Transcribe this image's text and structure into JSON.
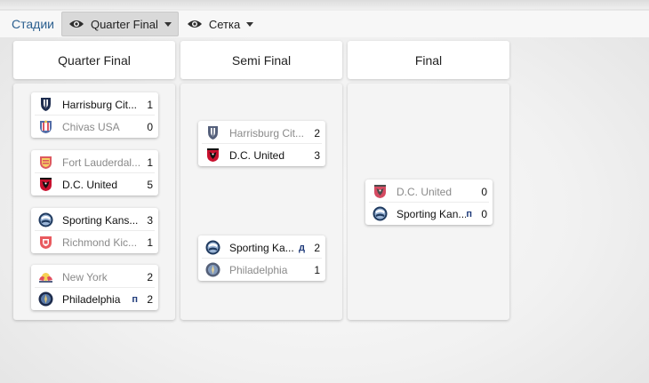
{
  "toolbar": {
    "stages_label": "Стадии",
    "stage_dropdown": "Quarter Final",
    "view_dropdown": "Сетка"
  },
  "columns": [
    {
      "title": "Quarter Final",
      "matches": [
        {
          "teams": [
            {
              "name": "Harrisburg Cit...",
              "score": "1",
              "flag": "",
              "winner": true,
              "logo": "shield-navy"
            },
            {
              "name": "Chivas USA",
              "score": "0",
              "flag": "",
              "winner": false,
              "logo": "badge-chivas"
            }
          ]
        },
        {
          "teams": [
            {
              "name": "Fort Lauderdal...",
              "score": "1",
              "flag": "",
              "winner": false,
              "logo": "shield-red-gold"
            },
            {
              "name": "D.C. United",
              "score": "5",
              "flag": "",
              "winner": true,
              "logo": "eagle-red"
            }
          ]
        },
        {
          "teams": [
            {
              "name": "Sporting Kans...",
              "score": "3",
              "flag": "",
              "winner": true,
              "logo": "circle-sporting"
            },
            {
              "name": "Richmond Kic...",
              "score": "1",
              "flag": "",
              "winner": false,
              "logo": "shield-red"
            }
          ]
        },
        {
          "teams": [
            {
              "name": "New York",
              "score": "2",
              "flag": "",
              "winner": false,
              "logo": "redbulls"
            },
            {
              "name": "Philadelphia",
              "score": "2",
              "flag": "п",
              "winner": true,
              "logo": "circle-philly"
            }
          ]
        }
      ]
    },
    {
      "title": "Semi Final",
      "matches": [
        {
          "teams": [
            {
              "name": "Harrisburg Cit...",
              "score": "2",
              "flag": "",
              "winner": false,
              "logo": "shield-navy"
            },
            {
              "name": "D.C. United",
              "score": "3",
              "flag": "",
              "winner": true,
              "logo": "eagle-red"
            }
          ]
        },
        {
          "teams": [
            {
              "name": "Sporting Ka...",
              "score": "2",
              "flag": "д",
              "winner": true,
              "logo": "circle-sporting"
            },
            {
              "name": "Philadelphia",
              "score": "1",
              "flag": "",
              "winner": false,
              "logo": "circle-philly"
            }
          ]
        }
      ]
    },
    {
      "title": "Final",
      "matches": [
        {
          "teams": [
            {
              "name": "D.C. United",
              "score": "0",
              "flag": "",
              "winner": false,
              "logo": "eagle-red"
            },
            {
              "name": "Sporting Kan...",
              "score": "0",
              "flag": "п",
              "winner": true,
              "logo": "circle-sporting"
            }
          ]
        }
      ]
    }
  ]
}
